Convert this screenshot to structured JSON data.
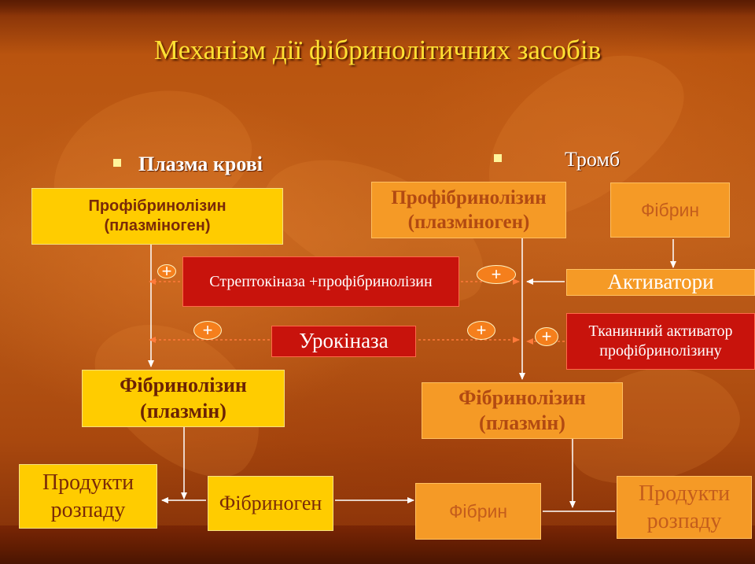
{
  "title": "Механізм дії фібринолітичних засобів",
  "left_heading": "Плазма крові",
  "right_heading": "Тромб",
  "left": {
    "profibrinolysin_line1": "Профібринолізин",
    "profibrinolysin_line2": "(плазміноген)",
    "fibrinolysin_line1": "Фібринолізин",
    "fibrinolysin_line2": "(плазмін)",
    "products_line1": "Продукти",
    "products_line2": "розпаду",
    "fibrinogen": "Фібриноген"
  },
  "center": {
    "streptokinase": "Стрептокіназа +профібринолізин",
    "urokinase": "Урокіназа",
    "plus": "+"
  },
  "right": {
    "profibrinolysin_line1": "Профібринолізин",
    "profibrinolysin_line2": "(плазміноген)",
    "fibrin_top": "Фібрин",
    "activators": "Активатори",
    "tissue_activator_line1": "Тканинний активатор",
    "tissue_activator_line2": "профібринолізину",
    "fibrinolysin_line1": "Фібринолізин",
    "fibrinolysin_line2": "(плазмін)",
    "fibrin_bottom": "Фібрин",
    "products_line1": "Продукти",
    "products_line2": "розпаду"
  },
  "colors": {
    "title": "#ffe033",
    "yellow_box": "#ffcc00",
    "orange_box": "#f59a26",
    "red_box": "#c8130c",
    "arrow": "#ffffff",
    "dashed_arrow": "#ff7a3a"
  }
}
